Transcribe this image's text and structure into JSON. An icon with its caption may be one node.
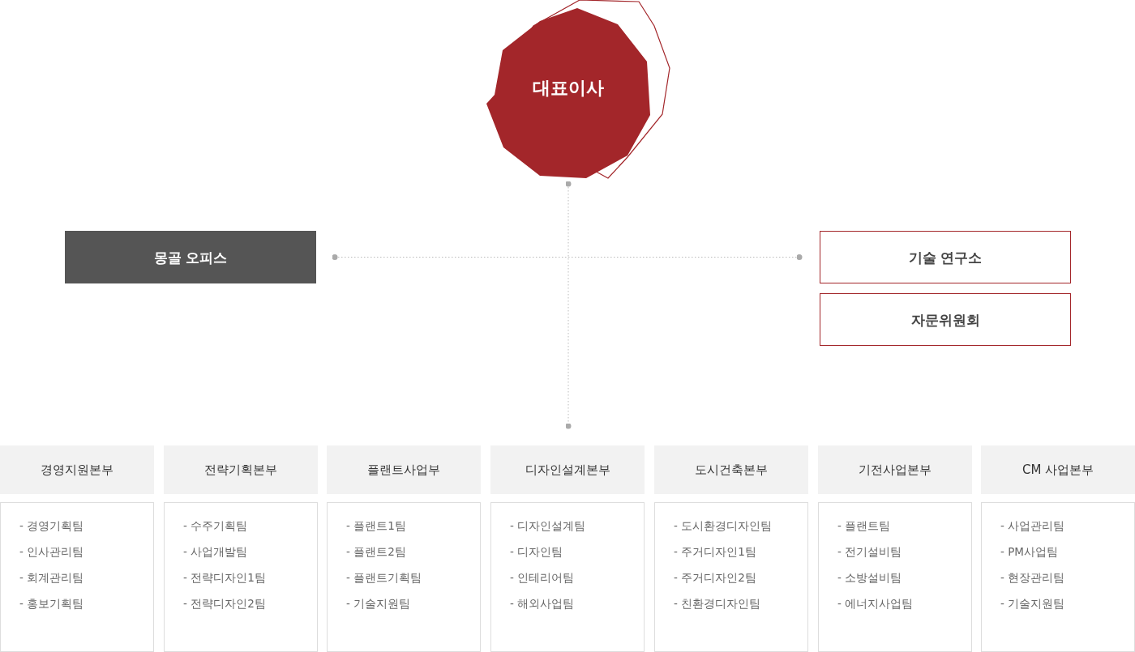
{
  "diagram": {
    "nodes": [
      {
        "text": [
          "대표이사"
        ]
      },
      {
        "text": [
          "몽골 오피스"
        ]
      },
      {
        "text": [
          "기술 연구소"
        ]
      },
      {
        "text": [
          "자문위원회"
        ]
      },
      {
        "text": [
          "경영지원본부"
        ]
      },
      {
        "text": [
          "- 경영기획팀",
          "- 인사관리팀",
          "- 회계관리팀",
          "- 홍보기획팀"
        ]
      },
      {
        "text": [
          "전략기획본부"
        ]
      },
      {
        "text": [
          "- 수주기획팀",
          "- 사업개발팀",
          "- 전략디자인1팀",
          "- 전략디자인2팀"
        ]
      },
      {
        "text": [
          "플랜트사업부"
        ]
      },
      {
        "text": [
          "- 플랜트1팀",
          "- 플랜트2팀",
          "- 플랜트기획팀",
          "- 기술지원팀"
        ]
      },
      {
        "text": [
          "디자인설계본부"
        ]
      },
      {
        "text": [
          "- 디자인설계팀",
          "- 디자인팀",
          "- 인테리어팀",
          "- 해외사업팀"
        ]
      },
      {
        "text": [
          "도시건축본부"
        ]
      },
      {
        "text": [
          "- 도시환경디자인팀",
          "- 주거디자인1팀",
          "- 주거디자인2팀",
          "- 친환경디자인팀"
        ]
      },
      {
        "text": [
          "기전사업본부"
        ]
      },
      {
        "text": [
          "- 플랜트팀",
          "- 전기설비팀",
          "- 소방설비팀",
          "- 에너지사업팀"
        ]
      },
      {
        "text": [
          "CM 사업본부"
        ]
      },
      {
        "text": [
          "- 사업관리팀",
          "- PM사업팀",
          "- 현장관리팀",
          "- 기술지원팀"
        ]
      }
    ],
    "edges": [
      {
        "from": 0,
        "to": 10,
        "arrow": "other",
        "style": "dashed"
      },
      {
        "from": 1,
        "to": 2,
        "arrow": "other",
        "style": "dashed"
      }
    ]
  }
}
